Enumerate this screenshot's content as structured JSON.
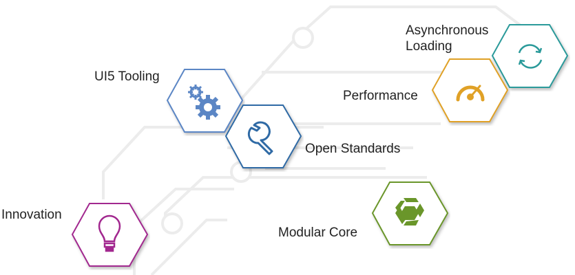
{
  "features": [
    {
      "id": "ui5-tooling",
      "label": "UI5 Tooling",
      "icon": "gears-icon",
      "color": "#5b86c5"
    },
    {
      "id": "open-standards",
      "label": "Open Standards",
      "icon": "wrench-icon",
      "color": "#2f6aa5"
    },
    {
      "id": "async-loading",
      "label_line1": "Asynchronous",
      "label_line2": "Loading",
      "icon": "refresh-icon",
      "color": "#2a9a9a"
    },
    {
      "id": "performance",
      "label": "Performance",
      "icon": "gauge-icon",
      "color": "#e0a126"
    },
    {
      "id": "modular-core",
      "label": "Modular Core",
      "icon": "modules-icon",
      "color": "#6a962a"
    },
    {
      "id": "innovation",
      "label": "Innovation",
      "icon": "lightbulb-icon",
      "color": "#a2288f"
    }
  ]
}
